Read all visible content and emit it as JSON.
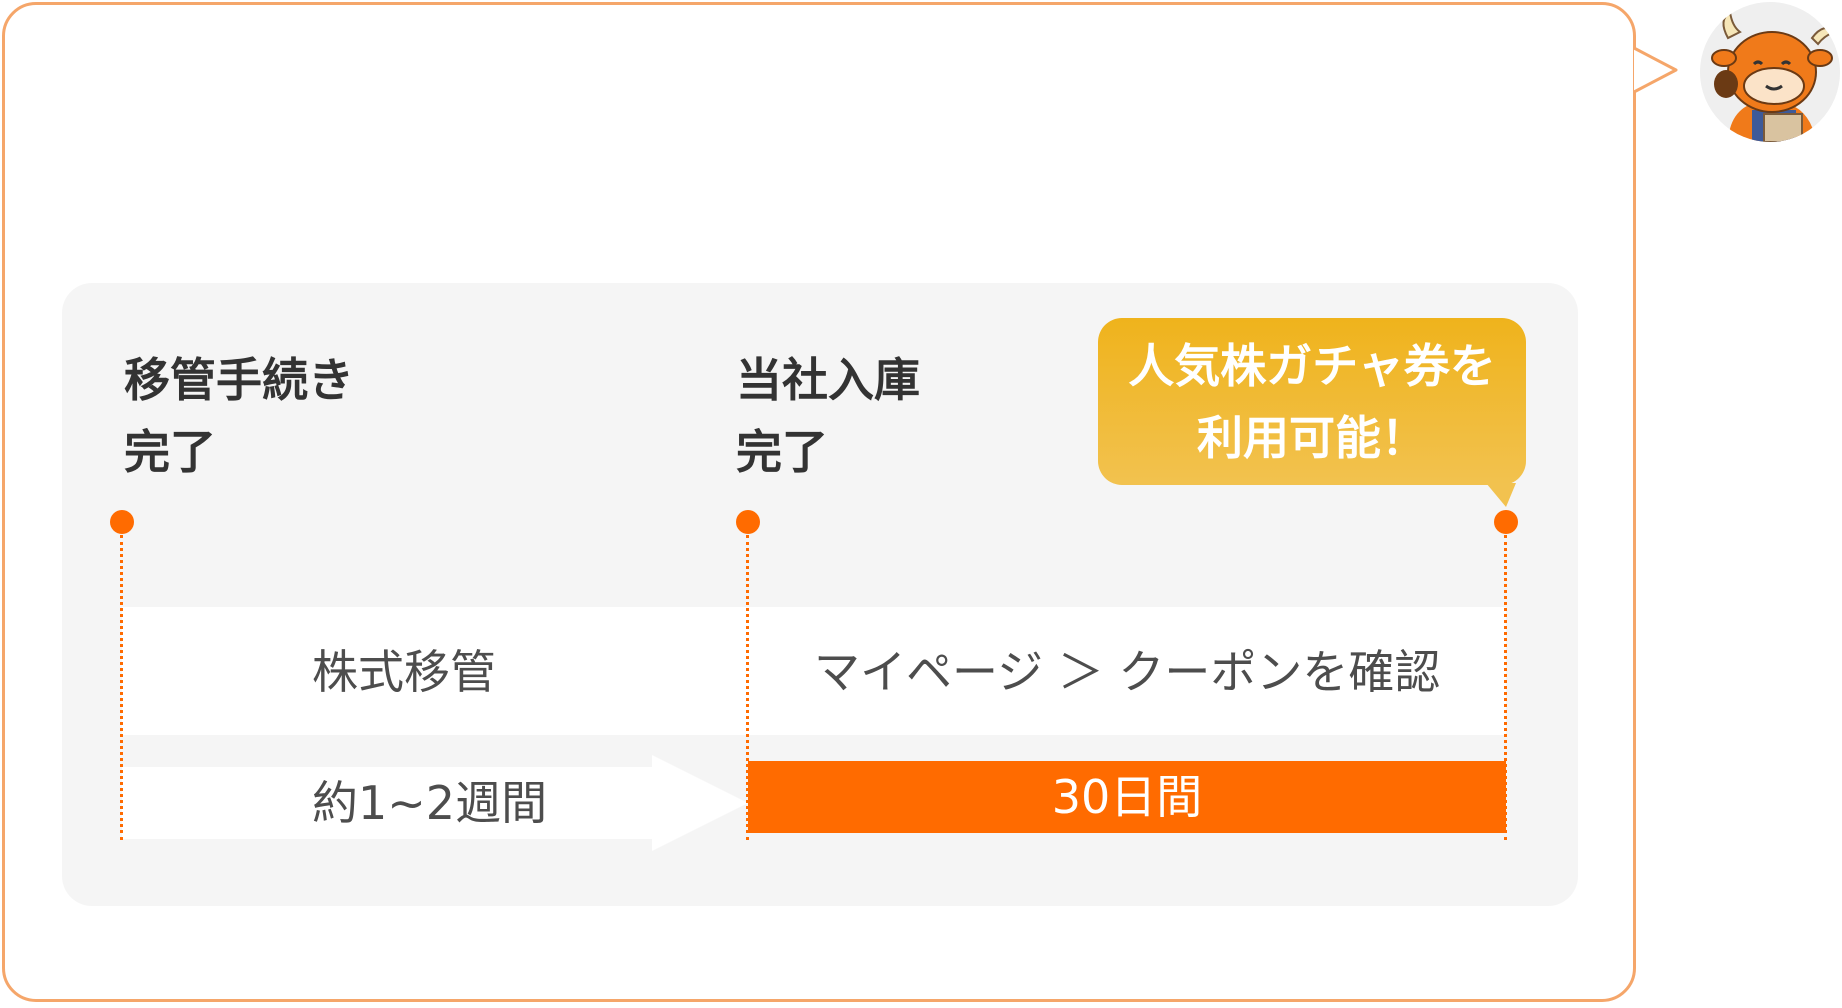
{
  "milestones": [
    {
      "line1": "移管手続き",
      "line2": "完了"
    },
    {
      "line1": "当社入庫",
      "line2": "完了"
    }
  ],
  "callout": {
    "line1": "人気株ガチャ券を",
    "line2": "利用可能！"
  },
  "steps": {
    "transfer_label": "株式移管",
    "coupon_label": "マイページ ＞ クーポンを確認"
  },
  "durations": {
    "transfer": "約1~2週間",
    "coupon": "30日間"
  },
  "colors": {
    "accent": "#ff6b00",
    "callout": "#efb31c",
    "bubble_border": "#f5a66a",
    "panel": "#f5f5f5"
  },
  "icons": {
    "mascot": "cow-mascot-avatar"
  }
}
